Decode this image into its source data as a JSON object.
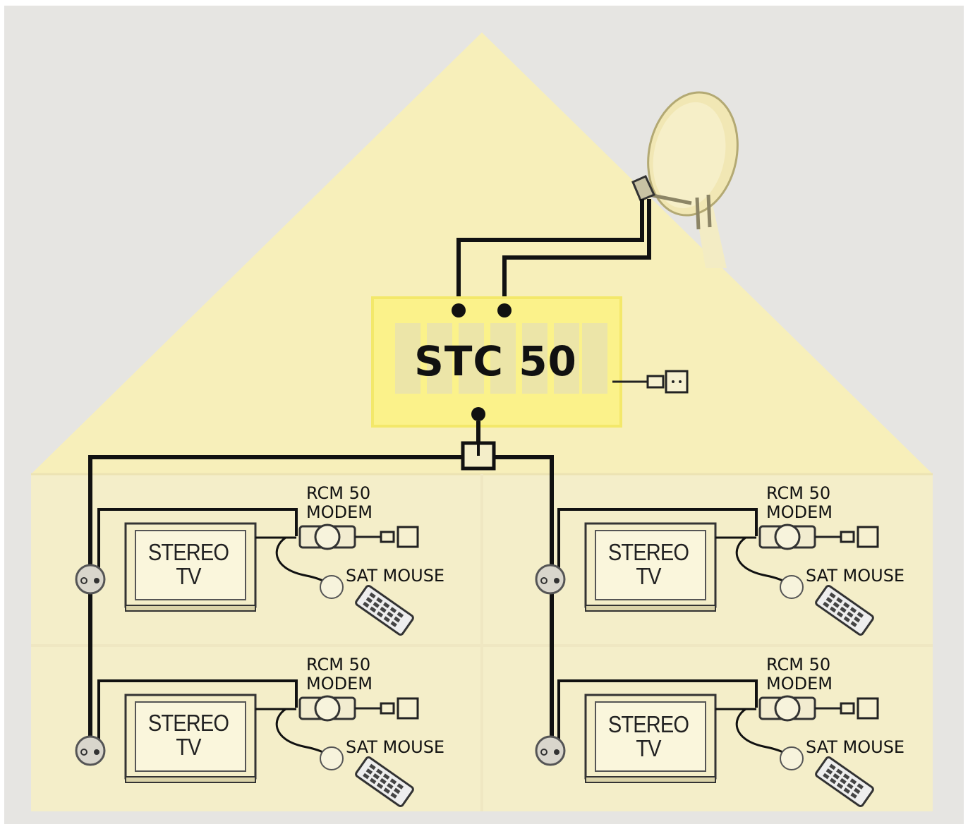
{
  "hub": {
    "label": "STC 50"
  },
  "rooms": [
    {
      "tv_line1": "STEREO",
      "tv_line2": "TV",
      "modem_line1": "RCM 50",
      "modem_line2": "MODEM",
      "sat": "SAT MOUSE"
    },
    {
      "tv_line1": "STEREO",
      "tv_line2": "TV",
      "modem_line1": "RCM 50",
      "modem_line2": "MODEM",
      "sat": "SAT MOUSE"
    },
    {
      "tv_line1": "STEREO",
      "tv_line2": "TV",
      "modem_line1": "RCM 50",
      "modem_line2": "MODEM",
      "sat": "SAT MOUSE"
    },
    {
      "tv_line1": "STEREO",
      "tv_line2": "TV",
      "modem_line1": "RCM 50",
      "modem_line2": "MODEM",
      "sat": "SAT MOUSE"
    }
  ],
  "colors": {
    "background": "#e6e5e2",
    "house_roof": "#f7efba",
    "house_room": "#f4eec9",
    "hub_box": "#fbf28a",
    "cable": "#111111"
  }
}
